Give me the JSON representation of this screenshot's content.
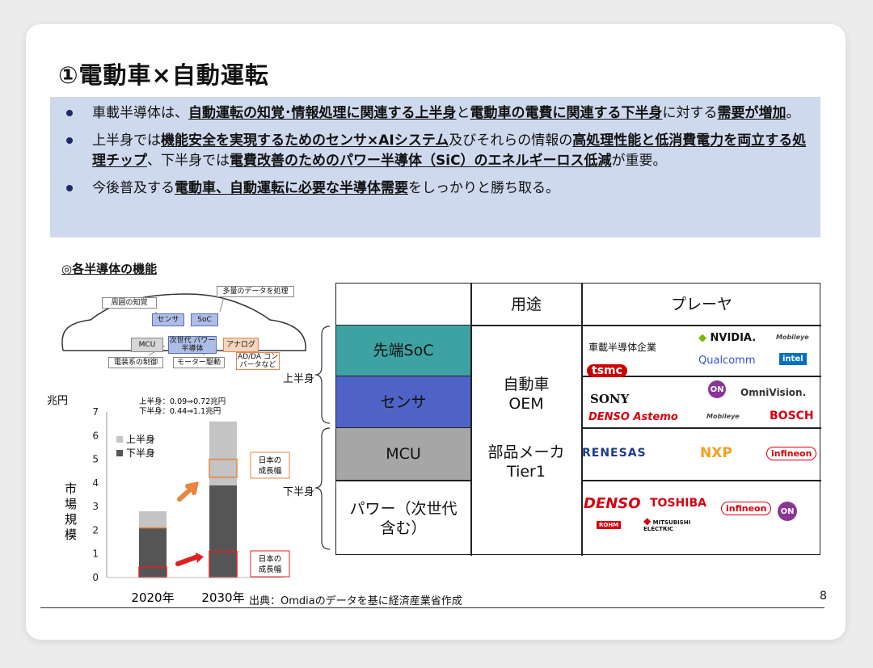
{
  "title": "①電動車×自動運転",
  "summary": {
    "b1": {
      "t1": "車載半導体は、",
      "u1": "自動運転の知覚･情報処理に関連する上半身",
      "t2": "と",
      "u2": "電動車の電費に関連する下半身",
      "t3": "に対する",
      "u3": "需要が増加",
      "t4": "。"
    },
    "b2": {
      "t1": "上半身では",
      "u1": "機能安全を実現するためのセンサ×AIシステム",
      "t2": "及びそれらの情報の",
      "u2": "高処理性能と低消費電力を両立する処理チップ",
      "t3": "、下半身では",
      "u3": "電費改善のためのパワー半導体（SiC）のエネルギーロス低減",
      "t4": "が重要。"
    },
    "b3": {
      "t1": "今後普及する",
      "u1": "電動車、自動運転に必要な半導体需要",
      "t2": "をしっかりと勝ち取る。"
    }
  },
  "section_label": "◎各半導体の機能",
  "car": {
    "perception": "周囲の知覚",
    "data_processing": "多量のデータを処理",
    "sensor": "センサ",
    "soc": "SoC",
    "mcu": "MCU",
    "power": "次世代 パワー半導体",
    "analog": "アナログ",
    "electrical": "電装系の制御",
    "motor": "モーター駆動",
    "adda": "AD/DA コンバータなど"
  },
  "chart_data": {
    "type": "bar",
    "stacked": true,
    "categories": [
      "2020年",
      "2030年"
    ],
    "series": [
      {
        "name": "上半身",
        "values": [
          0.7,
          2.7
        ],
        "color": "#c4c4c4"
      },
      {
        "name": "下半身",
        "values": [
          2.1,
          3.9
        ],
        "color": "#555555"
      }
    ],
    "ylim": [
      0,
      7
    ],
    "yticks": [
      "0",
      "1",
      "2",
      "3",
      "4",
      "5",
      "6",
      "7"
    ],
    "unit": "兆円",
    "ylabel": "市場規模",
    "note1": "上半身：0.09⇒0.72兆円",
    "note2": "下半身：0.44⇒1.1兆円",
    "japan_growth": "日本の 成長幅",
    "japan_upper": [
      4.24,
      5.0
    ],
    "japan_lower": [
      0.44,
      1.1
    ],
    "japan_2020_lower": [
      0,
      0.44
    ]
  },
  "table": {
    "header_use": "用途",
    "header_player": "プレーヤ",
    "rows": [
      "先端SoC",
      "センサ",
      "MCU",
      "パワー（次世代含む）"
    ],
    "use1": "自動車 OEM",
    "use2": "部品メーカ Tier1",
    "upper_label": "上半身",
    "lower_label": "下半身",
    "auto_companies": "車載半導体企業"
  },
  "logos": {
    "nvidia": "NVIDIA.",
    "mobileye": "Mobileye",
    "qualcomm": "Qualcomm",
    "intel": "intel",
    "tsmc": "tsmc",
    "sony": "SONY",
    "onsemi": "ON",
    "omnivision": "OmniVision.",
    "denso_astemo": "DENSO Astemo",
    "bosch": "BOSCH",
    "renesas": "RENESAS",
    "nxp": "NXP",
    "infineon": "infineon",
    "denso": "DENSO",
    "toshiba": "TOSHIBA",
    "rohm": "ROHM",
    "mitsubishi": "MITSUBISHI ELECTRIC"
  },
  "source": "出典：Omdiaのデータを基に経済産業省作成",
  "page_number": "8",
  "colors": {
    "summary_bg": "#cfd9ee",
    "soc": "#3fa2a2",
    "sensor": "#4e63c5",
    "mcu": "#a6a6a6",
    "power": "#7b93d6",
    "orange": "#e8853e",
    "red": "#e02020"
  }
}
